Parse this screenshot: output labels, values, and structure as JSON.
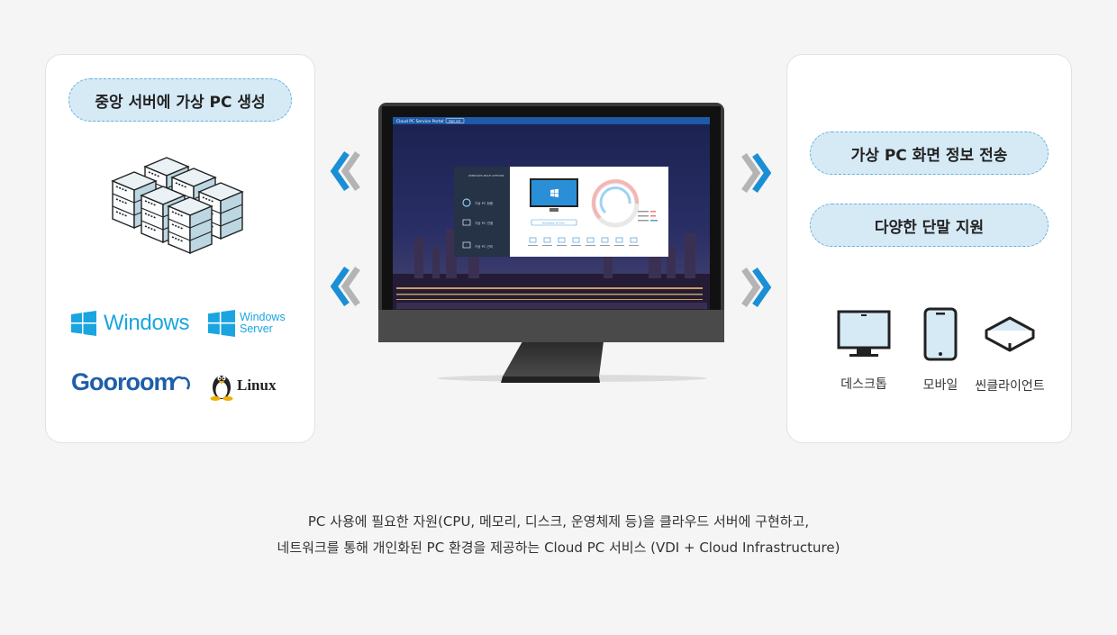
{
  "left_panel": {
    "title": "중앙 서버에 가상 PC 생성",
    "os": {
      "windows": "Windows",
      "windows_server_line1": "Windows",
      "windows_server_line2": "Server",
      "gooroom": "Gooroom",
      "linux": "Linux"
    }
  },
  "monitor_screen": {
    "portal_title": "Cloud PC Service Portal",
    "portal_button": "Sign out",
    "side_header": "WINDOWS MULTI OPTIONS",
    "menu": [
      "가상 PC 현황",
      "가상 PC 연결",
      "가상 PC 관리"
    ],
    "os_badge": "Windows 10 Edu"
  },
  "right_panel": {
    "title_1": "가상 PC 화면 정보 전송",
    "title_2": "다양한 단말 지원",
    "devices": [
      {
        "label": "데스크톱",
        "icon": "desktop-icon"
      },
      {
        "label": "모바일",
        "icon": "mobile-icon"
      },
      {
        "label": "씬클라이언트",
        "icon": "thin-client-icon"
      }
    ]
  },
  "description": {
    "line1": "PC 사용에 필요한 자원(CPU, 메모리, 디스크, 운영체제 등)을 클라우드 서버에 구현하고,",
    "line2": "네트워크를 통해 개인화된 PC 환경을 제공하는 Cloud PC 서비스 (VDI + Cloud Infrastructure)"
  },
  "colors": {
    "accent_blue": "#1a8fd6",
    "pill_fill": "#d6eaf6",
    "pill_border": "#66b3e0",
    "arrow_gray": "#b4b4b4"
  }
}
